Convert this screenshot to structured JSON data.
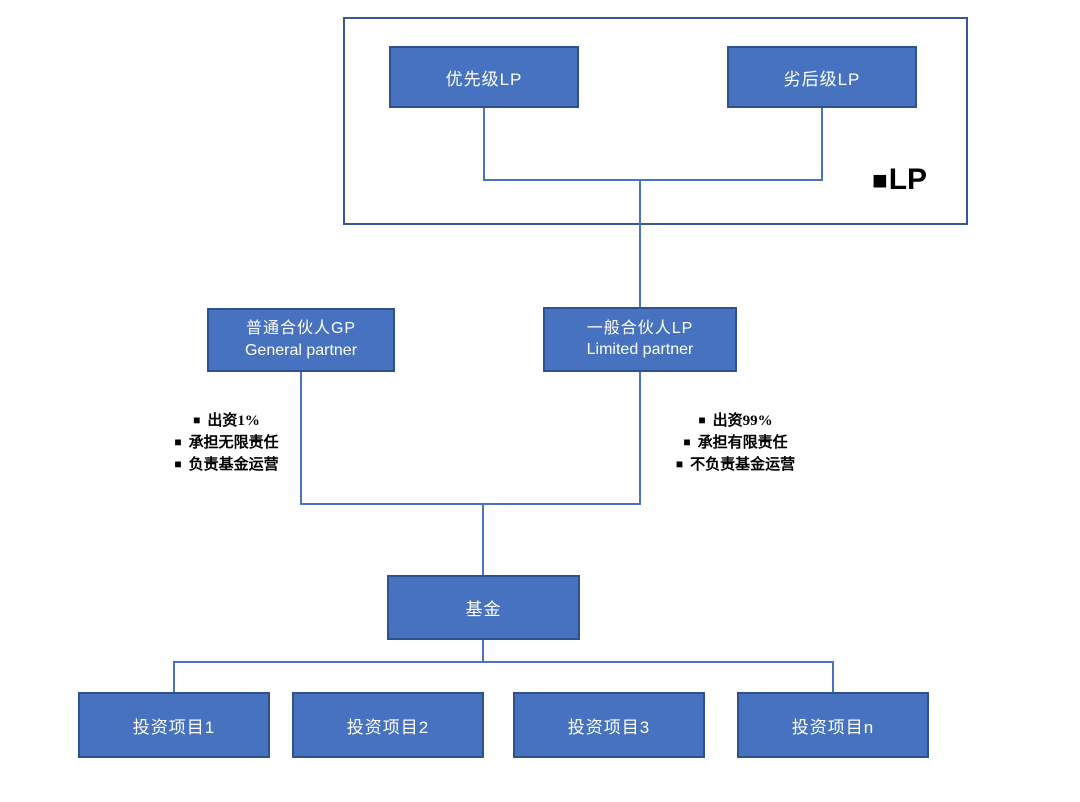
{
  "diagram": {
    "bullet_marker": "■",
    "lp_group": {
      "senior_box": "优先级LP",
      "subordinate_box": "劣后级LP",
      "legend_marker": "■",
      "legend_label": "LP"
    },
    "gp_box": {
      "title": "普通合伙人GP",
      "subtitle": "General partner"
    },
    "lp_box": {
      "title": "一般合伙人LP",
      "subtitle": "Limited partner"
    },
    "gp_notes": [
      "出资1%",
      "承担无限责任",
      "负责基金运营"
    ],
    "lp_notes": [
      "出资99%",
      "承担有限责任",
      "不负责基金运营"
    ],
    "fund_box": "基金",
    "projects": [
      "投资项目1",
      "投资项目2",
      "投资项目3",
      "投资项目n"
    ],
    "colors": {
      "box_fill": "#4672BF",
      "box_border": "#2F528F",
      "connector": "#4C73C2",
      "container_border": "#3A5795",
      "note_text": "#000000",
      "box_text": "#FFFFFF"
    }
  }
}
